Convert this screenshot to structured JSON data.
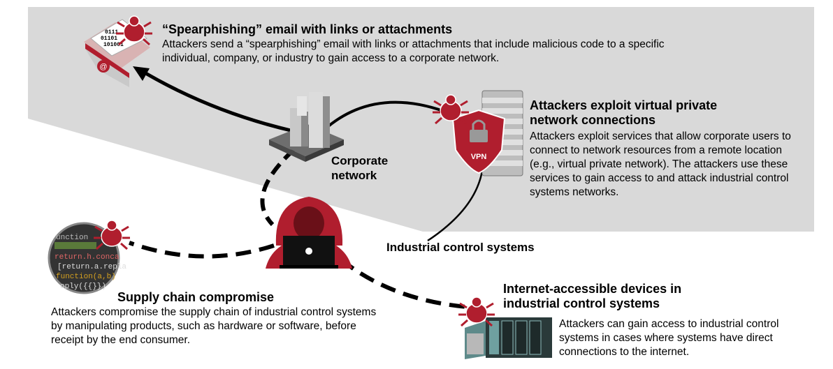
{
  "spearphishing": {
    "title": "“Spearphishing” email with links or attachments",
    "body": "Attackers send a “spearphishing” email with links or attachments that include malicious code to a specific individual, company, or industry to gain access to a corporate network.",
    "envelope_bits": [
      "0111",
      "01101",
      "101001"
    ]
  },
  "vpn": {
    "title_line1": "Attackers exploit virtual private",
    "title_line2": "network connections",
    "body": "Attackers exploit services that allow corporate users to connect to network resources from a remote location (e.g., virtual private network). The attackers use these services to gain access to and attack industrial control systems networks.",
    "badge": "VPN"
  },
  "corporate_network": {
    "line1": "Corporate",
    "line2": "network"
  },
  "industrial_control_systems": {
    "label": "Industrial control systems"
  },
  "supply_chain": {
    "title": "Supply chain compromise",
    "body": "Attackers compromise the supply chain of industrial control systems by manipulating products, such as hardware or software, before receipt by the end consumer.",
    "code_lines": [
      "unction",
      "",
      "return.h.conca",
      "[return.a.repla",
      "function(a,b)",
      "oply({{}})"
    ]
  },
  "internet_devices": {
    "title_line1": "Internet-accessible devices in",
    "title_line2": "industrial control systems",
    "body": "Attackers can gain access to industrial control systems in cases where systems have direct connections to the internet."
  },
  "colors": {
    "threat_red": "#b01e2e",
    "background_gray": "#d9d9d9",
    "dark_gray": "#444444"
  }
}
